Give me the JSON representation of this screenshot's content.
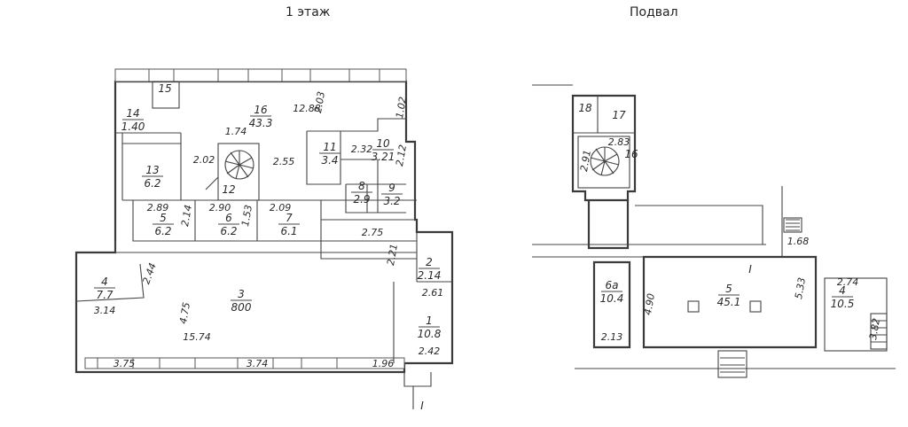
{
  "titles": {
    "first_floor": "1 этаж",
    "basement": "Подвал"
  },
  "first_floor": {
    "rooms": [
      {
        "num": "15",
        "area": ""
      },
      {
        "num": "14",
        "area": "1.40"
      },
      {
        "num": "16",
        "area": "43.3"
      },
      {
        "num": "11",
        "area": "3.4"
      },
      {
        "num": "10",
        "area": "3.21"
      },
      {
        "num": "13",
        "area": "6.2"
      },
      {
        "num": "12",
        "area": ""
      },
      {
        "num": "8",
        "area": "2.9"
      },
      {
        "num": "9",
        "area": "3.2"
      },
      {
        "num": "5",
        "area": "6.2"
      },
      {
        "num": "6",
        "area": "6.2"
      },
      {
        "num": "7",
        "area": "6.1"
      },
      {
        "num": "2",
        "area": "2.14"
      },
      {
        "num": "4",
        "area": "7.7"
      },
      {
        "num": "3",
        "area": "800"
      },
      {
        "num": "1",
        "area": "10.8"
      }
    ],
    "dimensions": [
      "12.88",
      "2.03",
      "1.02",
      "1.74",
      "2.02",
      "2.55",
      "2.32",
      "2.12",
      "2.89",
      "2.14",
      "2.90",
      "1.53",
      "2.09",
      "2.75",
      "2.21",
      "2.61",
      "2.44",
      "3.14",
      "4.75",
      "15.74",
      "3.75",
      "3.74",
      "1.96",
      "2.42"
    ],
    "section_mark": "I"
  },
  "basement": {
    "rooms": [
      {
        "num": "18",
        "area": ""
      },
      {
        "num": "17",
        "area": ""
      },
      {
        "num": "16",
        "area": ""
      },
      {
        "num": "6a",
        "area": "10.4"
      },
      {
        "num": "5",
        "area": "45.1"
      },
      {
        "num": "4",
        "area": "10.5"
      }
    ],
    "dimensions": [
      "2.83",
      "2.91",
      "1.68",
      "4.90",
      "5.33",
      "2.74",
      "3.82",
      "2.13"
    ],
    "section_mark": "I"
  }
}
